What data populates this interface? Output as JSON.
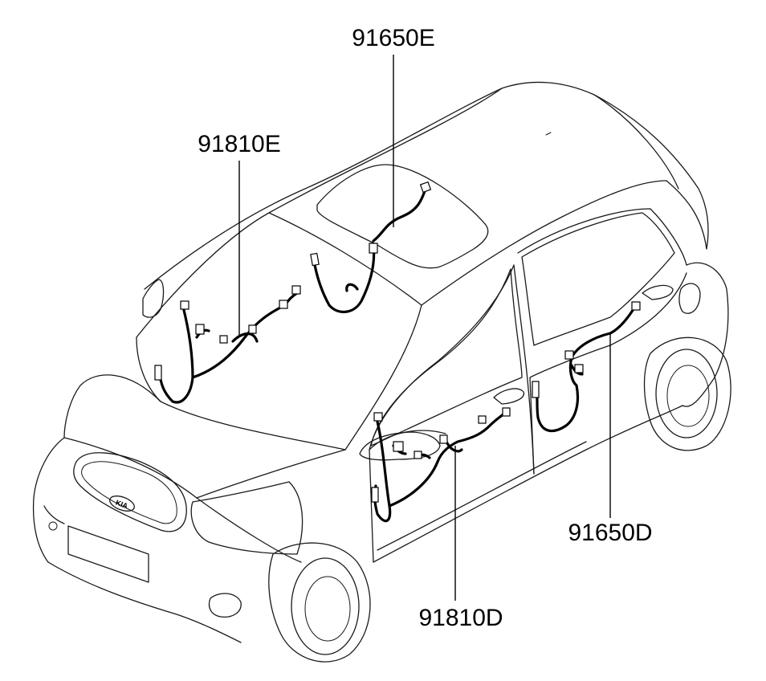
{
  "labels": {
    "roof_harness": "91650E",
    "floor_harness": "91810E",
    "rear_door_harness": "91650D",
    "front_door_harness": "91810D"
  },
  "emblem": "KIA"
}
